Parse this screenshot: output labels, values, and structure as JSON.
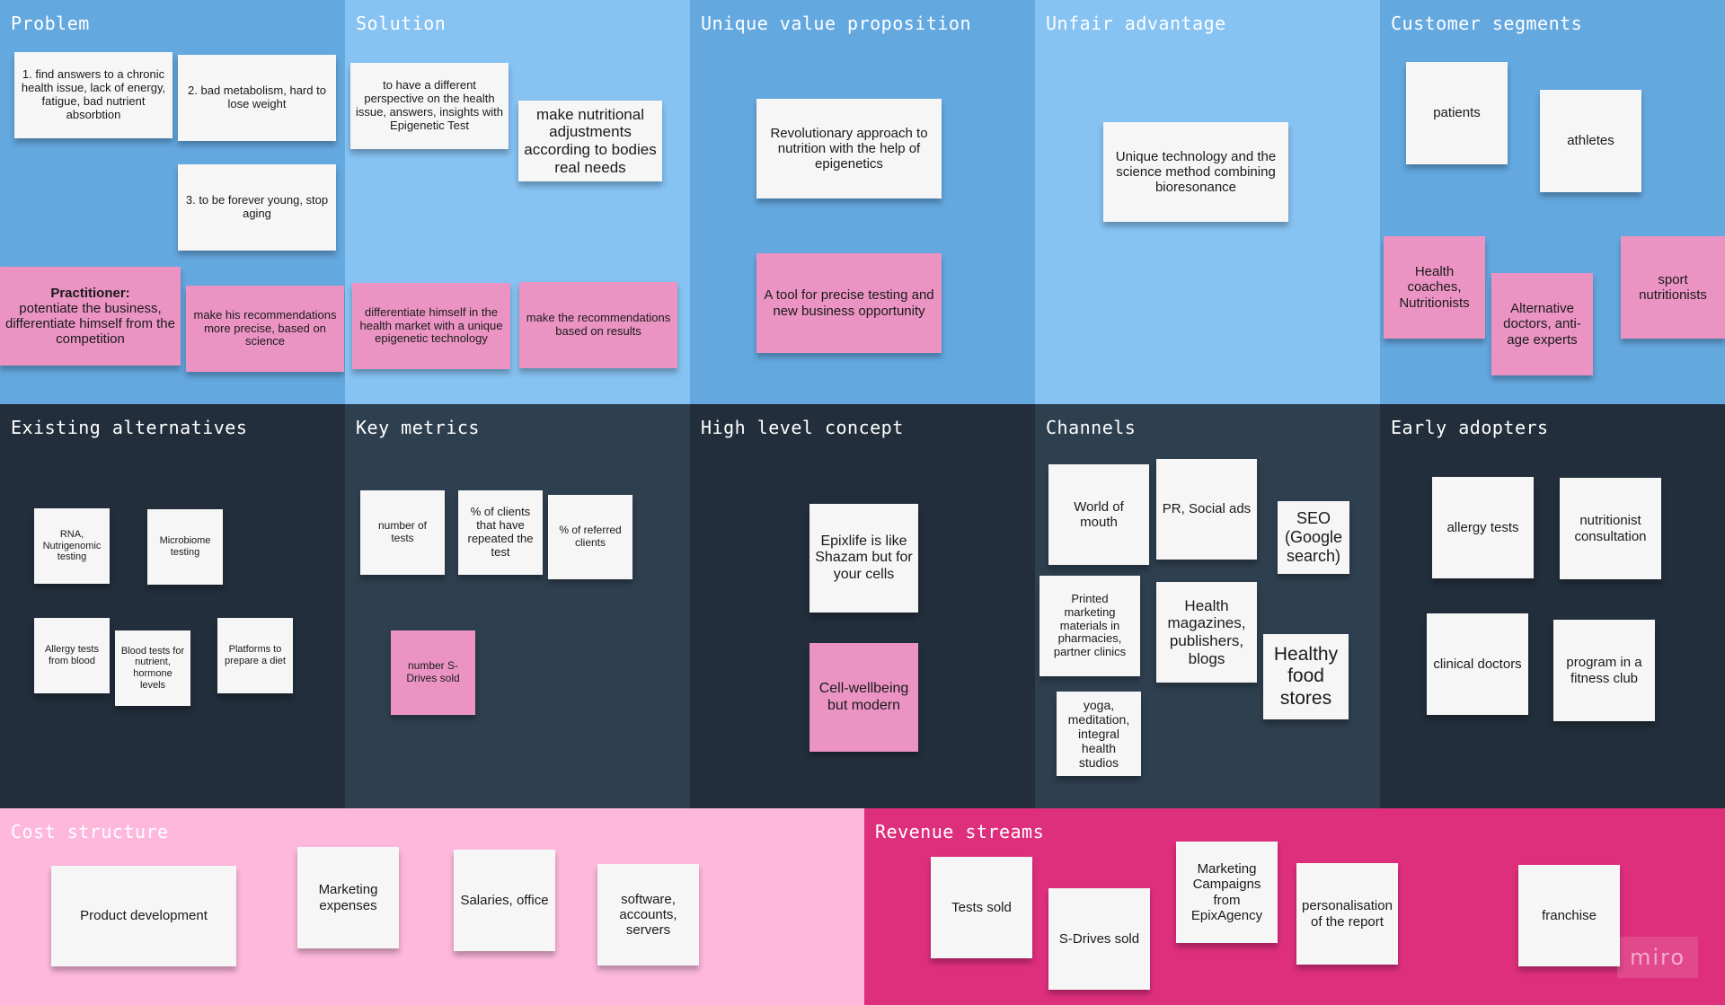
{
  "colors": {
    "blue_dark": "#64a8e0",
    "blue_light": "#86c2f2",
    "navy_dark": "#222e3b",
    "navy_light": "#2e3f4f",
    "pink_light": "#fdb8dc",
    "magenta": "#de2f7d",
    "note_white": "#f6f6f6",
    "note_pink": "#eb94c3"
  },
  "sections": {
    "problem": "Problem",
    "solution": "Solution",
    "uvp": "Unique value proposition",
    "unfair": "Unfair advantage",
    "segments": "Customer segments",
    "alternatives": "Existing alternatives",
    "metrics": "Key metrics",
    "concept": "High level concept",
    "channels": "Channels",
    "adopters": "Early adopters",
    "cost": "Cost structure",
    "revenue": "Revenue streams"
  },
  "notes": {
    "problem": {
      "n1": "1. find answers to a chronic health issue, lack of energy, fatigue, bad nutrient absorbtion",
      "n2": "2. bad metabolism, hard to lose weight",
      "n3": "3. to be forever young, stop aging",
      "n4_title": "Practitioner:",
      "n4_body": "potentiate the business, differentiate himself from the competition",
      "n5": "make his recommendations more precise, based on science"
    },
    "solution": {
      "n1": "to have a different perspective on the health issue, answers, insights with Epigenetic Test",
      "n2": "make nutritional adjustments according to bodies real needs",
      "n3": "differentiate himself in the health market with a unique epigenetic technology",
      "n4": "make the recommendations based on results"
    },
    "uvp": {
      "n1": "Revolutionary approach to nutrition with the help of epigenetics",
      "n2": "A tool for precise testing and new business opportunity"
    },
    "unfair": {
      "n1": "Unique technology and the science method combining bioresonance"
    },
    "segments": {
      "n1": "patients",
      "n2": "athletes",
      "n3": "Health coaches, Nutritionists",
      "n4": "Alternative doctors, anti-age experts",
      "n5": "sport nutritionists"
    },
    "alternatives": {
      "n1": "RNA, Nutrigenomic testing",
      "n2": "Microbiome testing",
      "n3": "Allergy tests from blood",
      "n4": "Blood tests for nutrient, hormone levels",
      "n5": "Platforms to prepare a diet"
    },
    "metrics": {
      "n1": "number of tests",
      "n2": "% of clients that have repeated the test",
      "n3": "% of referred clients",
      "n4": "number S-Drives sold"
    },
    "concept": {
      "n1": "Epixlife is like Shazam but for your cells",
      "n2": "Cell-wellbeing but modern"
    },
    "channels": {
      "n1": "World of mouth",
      "n2": "PR, Social ads",
      "n3": "SEO (Google search)",
      "n4": "Printed marketing materials in pharmacies, partner clinics",
      "n5": "Health magazines, publishers, blogs",
      "n6": "Healthy food stores",
      "n7": "yoga, meditation, integral health studios"
    },
    "adopters": {
      "n1": "allergy tests",
      "n2": "nutritionist consultation",
      "n3": "clinical doctors",
      "n4": "program in a fitness club"
    },
    "cost": {
      "n1": "Product development",
      "n2": "Marketing expenses",
      "n3": "Salaries, office",
      "n4": "software, accounts, servers"
    },
    "revenue": {
      "n1": "Tests sold",
      "n2": "S-Drives sold",
      "n3": "Marketing Campaigns from EpixAgency",
      "n4": "personalisation of the report",
      "n5": "franchise"
    }
  },
  "watermark": "miro"
}
